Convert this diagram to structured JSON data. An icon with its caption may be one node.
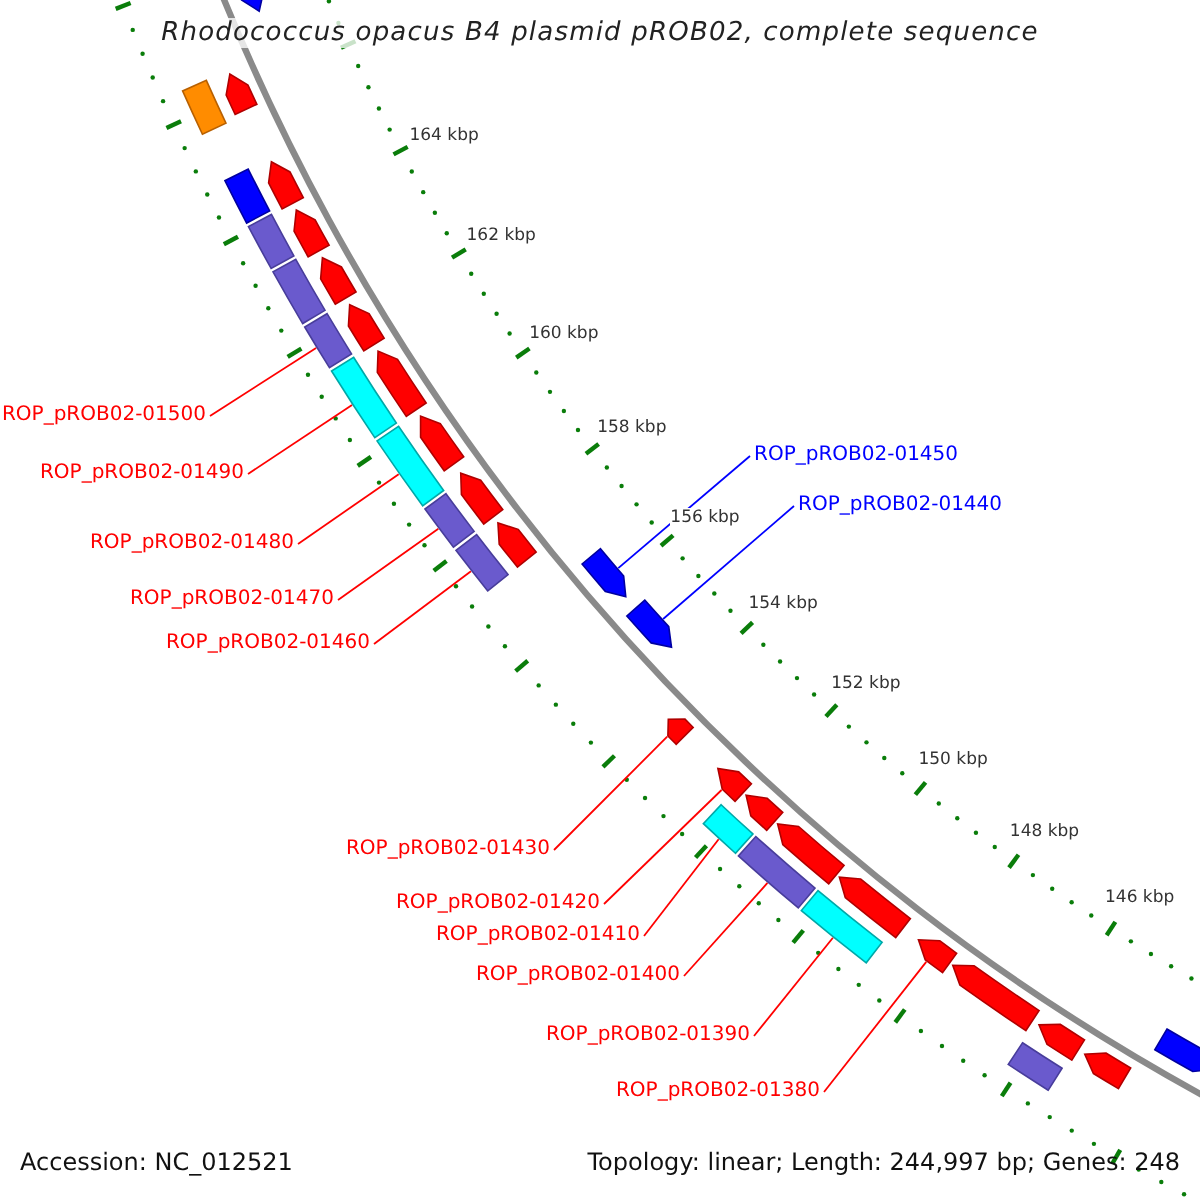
{
  "diagram": {
    "title": "Rhodococcus opacus B4 plasmid pROB02, complete sequence",
    "nodes": [
      {
        "text": [
          "ROP_pROB02-01500"
        ]
      },
      {
        "text": [
          "ROP_pROB02-01490"
        ]
      },
      {
        "text": [
          "ROP_pROB02-01480"
        ]
      },
      {
        "text": [
          "ROP_pROB02-01470"
        ]
      },
      {
        "text": [
          "ROP_pROB02-01460"
        ]
      },
      {
        "text": [
          "ROP_pROB02-01450"
        ]
      },
      {
        "text": [
          "ROP_pROB02-01440"
        ]
      },
      {
        "text": [
          "ROP_pROB02-01430"
        ]
      },
      {
        "text": [
          "ROP_pROB02-01420"
        ]
      },
      {
        "text": [
          "ROP_pROB02-01410"
        ]
      },
      {
        "text": [
          "ROP_pROB02-01400"
        ]
      },
      {
        "text": [
          "ROP_pROB02-01390"
        ]
      },
      {
        "text": [
          "ROP_pROB02-01380"
        ]
      },
      {
        "text": [],
        "shape": "pentagon"
      },
      {
        "text": [],
        "shape": "pentagon"
      },
      {
        "text": [],
        "shape": "bar"
      },
      {
        "text": [],
        "shape": "bar"
      },
      {
        "text": [],
        "shape": "pentagon"
      },
      {
        "text": [],
        "shape": "bar"
      },
      {
        "text": [],
        "shape": "pentagon"
      },
      {
        "text": [],
        "shape": "bar"
      },
      {
        "text": [],
        "shape": "pentagon"
      },
      {
        "text": [],
        "shape": "bar"
      },
      {
        "text": [],
        "shape": "pentagon"
      },
      {
        "text": [],
        "shape": "bar"
      },
      {
        "text": [],
        "shape": "pentagon"
      },
      {
        "text": [],
        "shape": "bar"
      },
      {
        "text": [],
        "shape": "pentagon"
      },
      {
        "text": [],
        "shape": "bar"
      },
      {
        "text": [],
        "shape": "pentagon"
      },
      {
        "text": [],
        "shape": "pentagon"
      },
      {
        "text": [],
        "shape": "bar"
      },
      {
        "text": [],
        "shape": "pentagon"
      },
      {
        "text": [],
        "shape": "pentagon"
      },
      {
        "text": [],
        "shape": "pentagon"
      },
      {
        "text": [],
        "shape": "pentagon"
      },
      {
        "text": [],
        "shape": "bar"
      },
      {
        "text": [],
        "shape": "pentagon"
      },
      {
        "text": [],
        "shape": "bar"
      },
      {
        "text": [],
        "shape": "pentagon"
      },
      {
        "text": [],
        "shape": "bar"
      },
      {
        "text": [],
        "shape": "pentagon"
      },
      {
        "text": [],
        "shape": "pentagon"
      },
      {
        "text": [],
        "shape": "pentagon"
      },
      {
        "text": [],
        "shape": "bar"
      },
      {
        "text": [],
        "shape": "pentagon"
      },
      {
        "text": [],
        "shape": "pentagon"
      },
      {
        "text": [],
        "shape": "pentagon"
      }
    ],
    "edges": [
      {
        "from": 0,
        "to": 22,
        "arrow": "none"
      },
      {
        "from": 1,
        "to": 24,
        "arrow": "none"
      },
      {
        "from": 2,
        "to": 26,
        "arrow": "none"
      },
      {
        "from": 3,
        "to": 28,
        "arrow": "none"
      },
      {
        "from": 4,
        "to": 31,
        "arrow": "none"
      },
      {
        "from": 5,
        "to": 32,
        "arrow": "none",
        "color": "#0000ff"
      },
      {
        "from": 6,
        "to": 33,
        "arrow": "none",
        "color": "#0000ff"
      },
      {
        "from": 7,
        "to": 34,
        "arrow": "none"
      },
      {
        "from": 8,
        "to": 35,
        "arrow": "none"
      },
      {
        "from": 9,
        "to": 36,
        "arrow": "none"
      },
      {
        "from": 10,
        "to": 38,
        "arrow": "none"
      },
      {
        "from": 11,
        "to": 40,
        "arrow": "none"
      },
      {
        "from": 12,
        "to": 42,
        "arrow": "none"
      }
    ],
    "labels": [
      "164 kbp",
      "162 kbp",
      "160 kbp",
      "158 kbp",
      "156 kbp",
      "154 kbp",
      "152 kbp",
      "150 kbp",
      "148 kbp",
      "146 kbp",
      "Accession: NC_012521",
      "Topology: linear; Length: 244,997 bp; Genes: 248"
    ]
  }
}
